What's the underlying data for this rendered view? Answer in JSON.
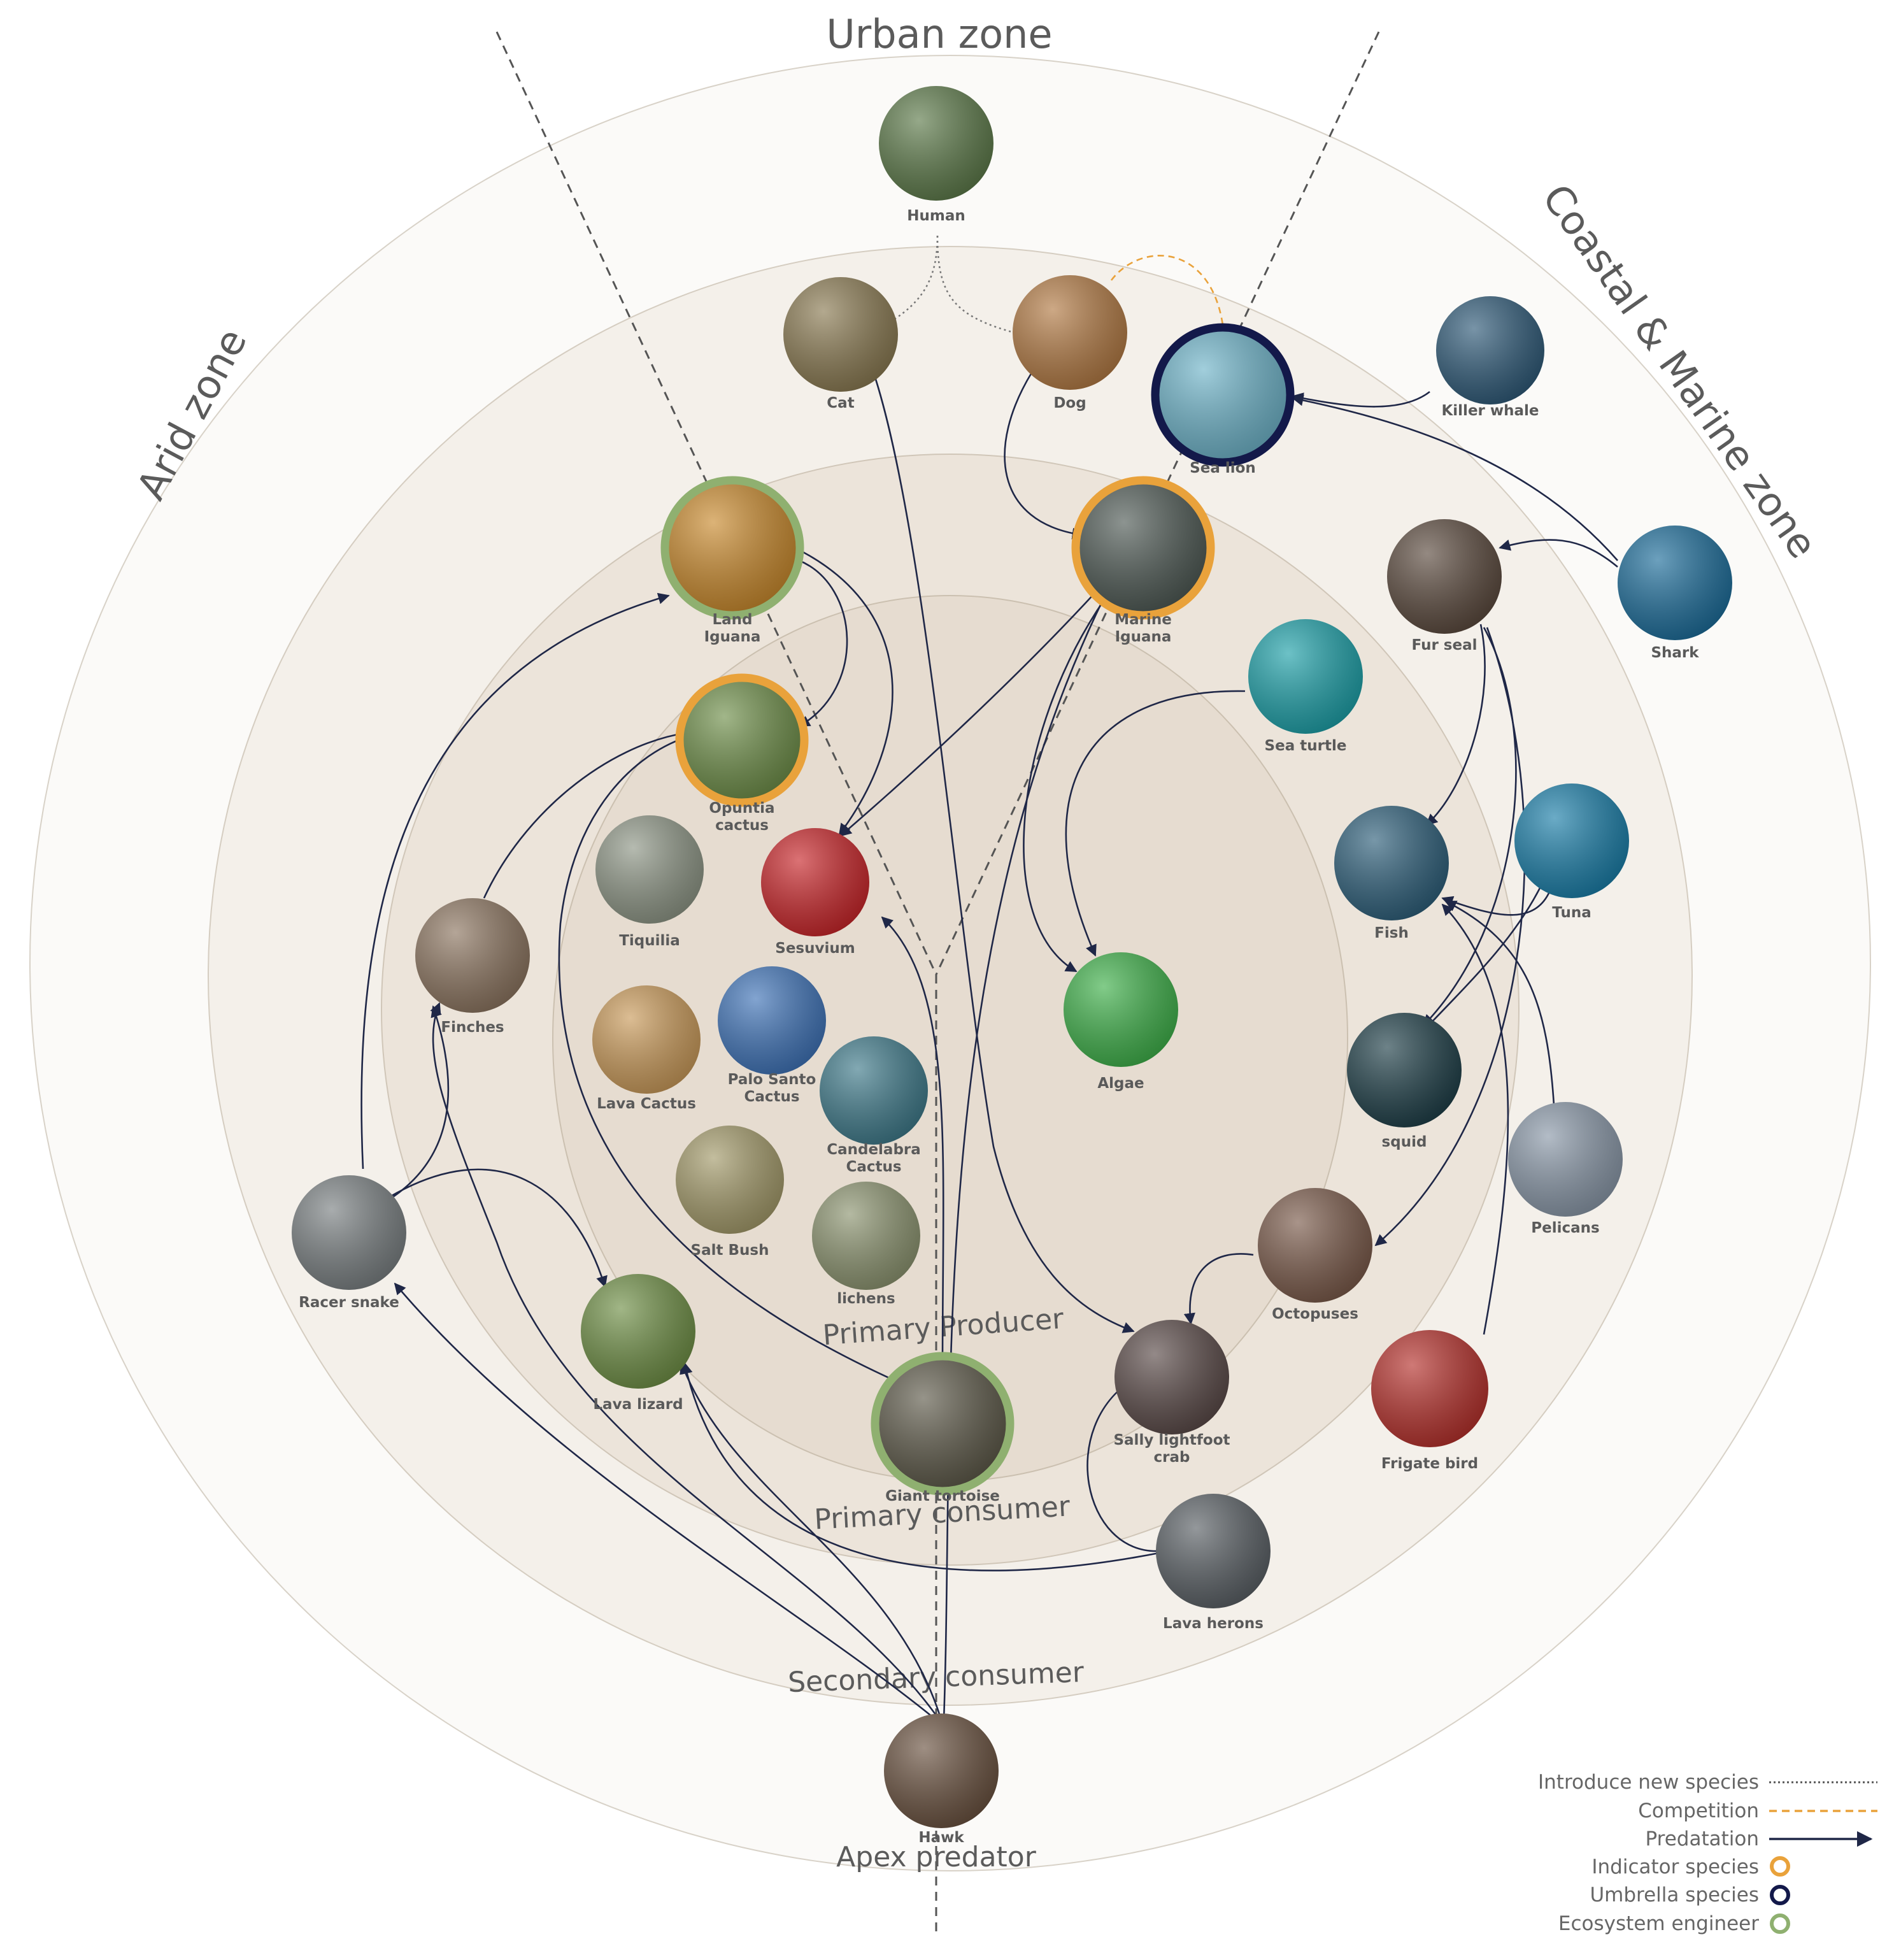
{
  "zones": {
    "urban": "Urban zone",
    "arid": "Arid zone",
    "coastal": "Coastal & Marine zone"
  },
  "rings": {
    "primary_producer": "Primary Producer",
    "primary_consumer": "Primary consumer",
    "secondary_consumer": "Secondary consumer",
    "apex_predator": "Apex predator"
  },
  "species": {
    "human": {
      "label": "Human",
      "color": "#5d7a4a",
      "icon": "human-photo"
    },
    "cat": {
      "label": "Cat",
      "color": "#8a7a52",
      "icon": "cat-photo"
    },
    "dog": {
      "label": "Dog",
      "color": "#b27a44",
      "icon": "dog-photo"
    },
    "sea_lion": {
      "label": "Sea lion",
      "color": "#6fb4c9",
      "icon": "sea-lion-photo",
      "role": "umbrella"
    },
    "killer_whale": {
      "label": "Killer whale",
      "color": "#2f5a78",
      "icon": "killer-whale-photo"
    },
    "land_iguana": {
      "label": "Land\nIguana",
      "color": "#c98a2e",
      "icon": "land-iguana-photo",
      "role": "engineer"
    },
    "marine_iguana": {
      "label": "Marine\nIguana",
      "color": "#4f5a55",
      "icon": "marine-iguana-photo",
      "role": "indicator"
    },
    "fur_seal": {
      "label": "Fur seal",
      "color": "#5b4a3e",
      "icon": "fur-seal-photo"
    },
    "shark": {
      "label": "Shark",
      "color": "#1d6d9a",
      "icon": "shark-photo"
    },
    "sea_turtle": {
      "label": "Sea turtle",
      "color": "#1ea0a8",
      "icon": "sea-turtle-photo"
    },
    "opuntia": {
      "label": "Opuntia\ncactus",
      "color": "#6f8f4a",
      "icon": "opuntia-cactus-photo",
      "role": "indicator"
    },
    "tiquilia": {
      "label": "Tiquilia",
      "color": "#8e9686",
      "icon": "tiquilia-photo"
    },
    "sesuvium": {
      "label": "Sesuvium",
      "color": "#c8262a",
      "icon": "sesuvium-photo"
    },
    "fish": {
      "label": "Fish",
      "color": "#2e5f7a",
      "icon": "fish-photo"
    },
    "tuna": {
      "label": "Tuna",
      "color": "#1b7ea8",
      "icon": "tuna-photo"
    },
    "finches": {
      "label": "Finches",
      "color": "#8c7560",
      "icon": "finch-photo"
    },
    "lava_cactus": {
      "label": "Lava Cactus",
      "color": "#c99a5a",
      "icon": "lava-cactus-photo"
    },
    "palo_santo": {
      "label": "Palo Santo\nCactus",
      "color": "#3f73b7",
      "icon": "palo-santo-photo"
    },
    "candelabra": {
      "label": "Candelabra\nCactus",
      "color": "#3f7a8a",
      "icon": "candelabra-cactus-photo"
    },
    "algae": {
      "label": "Algae",
      "color": "#3fb04a",
      "icon": "algae-photo"
    },
    "squid": {
      "label": "squid",
      "color": "#1f3f48",
      "icon": "squid-photo"
    },
    "pelicans": {
      "label": "Pelicans",
      "color": "#8a98a8",
      "icon": "pelican-photo"
    },
    "salt_bush": {
      "label": "Salt Bush",
      "color": "#a39a6a",
      "icon": "salt-bush-photo"
    },
    "lichens": {
      "label": "lichens",
      "color": "#8c9470",
      "icon": "lichen-photo"
    },
    "racer_snake": {
      "label": "Racer snake",
      "color": "#7a8082",
      "icon": "racer-snake-photo"
    },
    "octopuses": {
      "label": "Octopuses",
      "color": "#7a5a4a",
      "icon": "octopus-photo"
    },
    "lava_lizard": {
      "label": "Lava lizard",
      "color": "#6f8f46",
      "icon": "lava-lizard-photo"
    },
    "crab": {
      "label": "Sally lightfoot\ncrab",
      "color": "#5a4a48",
      "icon": "sally-lightfoot-crab-photo"
    },
    "frigate": {
      "label": "Frigate bird",
      "color": "#b5312c",
      "icon": "frigate-bird-photo"
    },
    "giant_tortoise": {
      "label": "Giant tortoise",
      "color": "#5e5a4a",
      "icon": "giant-tortoise-photo",
      "role": "engineer"
    },
    "lava_herons": {
      "label": "Lava herons",
      "color": "#5a6065",
      "icon": "lava-heron-photo"
    },
    "hawk": {
      "label": "Hawk",
      "color": "#6a5240",
      "icon": "hawk-photo"
    }
  },
  "legend": {
    "introduce": "Introduce new species",
    "competition": "Competition",
    "predation": "Predatation",
    "indicator": "Indicator species",
    "umbrella": "Umbrella species",
    "engineer": "Ecosystem engineer"
  },
  "colors": {
    "indicator": "#e9a23b",
    "umbrella": "#13194a",
    "engineer": "#8fb070",
    "predation": "#1f2747",
    "competition": "#e9a23b",
    "introduce": "#777777"
  }
}
